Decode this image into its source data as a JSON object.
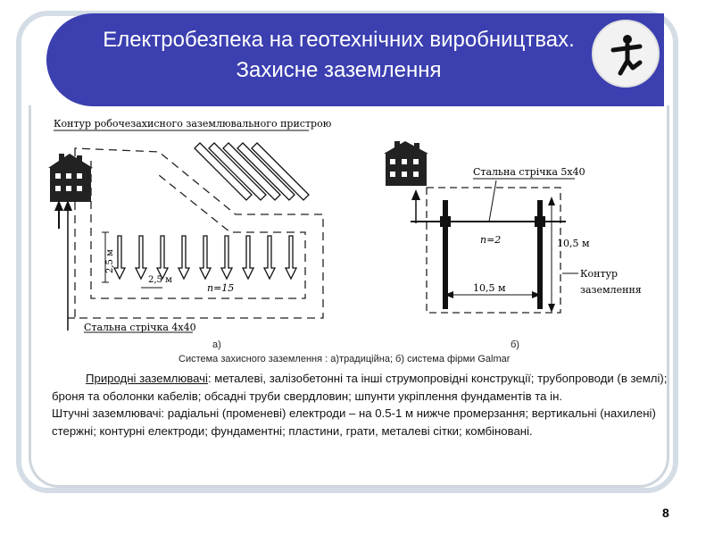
{
  "slide": {
    "title_line1": "Електробезпека на геотехнічних виробництвах.",
    "title_line2": "Захисне заземлення",
    "number": "8",
    "logo_icon": "pictogram-figure-icon",
    "accent_color": "#3b3fb0"
  },
  "diagram_a": {
    "contour_label": "Контур робочезахисного заземлювального пристрою",
    "strip_label": "Стальна стрічка 4х40",
    "spacing_vertical": "2,5 м",
    "spacing_horizontal": "2,5 м",
    "count_label": "n=15"
  },
  "diagram_b": {
    "strip_label": "Стальна стрічка 5х40",
    "count_label": "n=2",
    "height_label": "10,5 м",
    "width_label": "10,5 м",
    "contour_label_line1": "Контур",
    "contour_label_line2": "заземлення"
  },
  "captions": {
    "label_a": "а)",
    "label_b": "б)",
    "figure_caption": "Система захисного заземлення : а)традиційна; б) система фірми Galmar"
  },
  "body": {
    "natural_heading": "Природні заземлювачі",
    "natural_text": ": металеві, залізобетонні та інші струмопровідні конструкції; трубопроводи (в землі); броня та оболонки кабелів; обсадні труби свердловин; шпунти укріплення фундаментів та ін.",
    "artificial_text": "Штучні заземлювачі: радіальні (променеві) електроди – на 0.5-1 м нижче промерзання; вертикальні (нахилені) стержні; контурні електроди; фундаментні; пластини, грати, металеві сітки; комбіновані."
  }
}
